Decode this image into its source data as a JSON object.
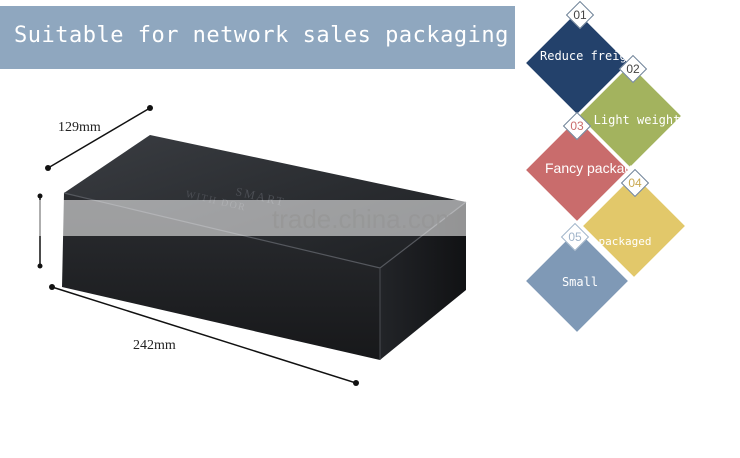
{
  "banner": {
    "title": "Suitable for network sales packaging"
  },
  "dimensions": {
    "depth": "129mm",
    "length": "242mm"
  },
  "watermark": "trade.china.com",
  "features": [
    {
      "num": "01",
      "label": "Reduce freight",
      "color": "#23416b"
    },
    {
      "num": "02",
      "label": "Light weight",
      "color": "#a3b35e"
    },
    {
      "num": "03",
      "label": "Fancy packaged",
      "color": "#c96c6c"
    },
    {
      "num": "04",
      "label": "packaged",
      "color": "#e2c86a"
    },
    {
      "num": "05",
      "label": "Small",
      "color": "#7f99b6"
    }
  ]
}
